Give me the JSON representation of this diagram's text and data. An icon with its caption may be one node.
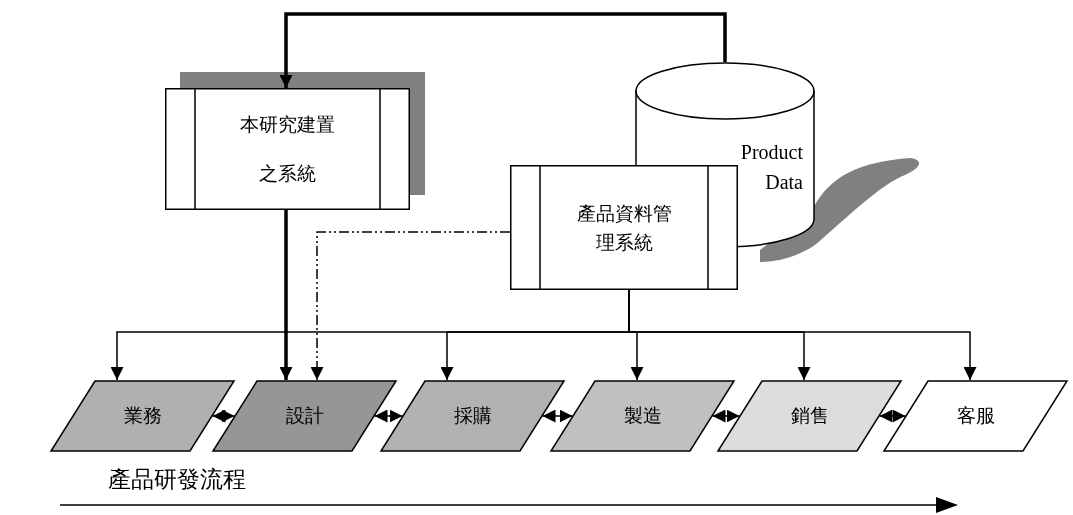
{
  "diagram": {
    "nodes": [
      {
        "text": [
          "本研究建置之系統"
        ]
      },
      {
        "text": [
          "Product Data"
        ]
      },
      {
        "text": [
          "產品資料管理系統"
        ]
      },
      {
        "text": [
          "業務"
        ]
      },
      {
        "text": [
          "設計"
        ]
      },
      {
        "text": [
          "採購"
        ]
      },
      {
        "text": [
          "製造"
        ]
      },
      {
        "text": [
          "銷售"
        ]
      },
      {
        "text": [
          "客服"
        ]
      }
    ],
    "edges": [
      {
        "from": 1,
        "to": 0,
        "arrow": "to",
        "style": "thick"
      },
      {
        "from": 0,
        "to": 4,
        "arrow": "to",
        "style": "thick"
      },
      {
        "from": 2,
        "to": 4,
        "arrow": "to",
        "style": "dashed"
      },
      {
        "from": 2,
        "to": 3,
        "arrow": "to"
      },
      {
        "from": 2,
        "to": 5,
        "arrow": "to"
      },
      {
        "from": 2,
        "to": 6,
        "arrow": "to"
      },
      {
        "from": 2,
        "to": 7,
        "arrow": "to"
      },
      {
        "from": 2,
        "to": 8,
        "arrow": "to"
      },
      {
        "from": 3,
        "to": 4,
        "arrow": "both"
      },
      {
        "from": 4,
        "to": 5,
        "arrow": "both"
      },
      {
        "from": 5,
        "to": 6,
        "arrow": "both"
      },
      {
        "from": 6,
        "to": 7,
        "arrow": "both"
      },
      {
        "from": 7,
        "to": 8,
        "arrow": "both"
      }
    ],
    "labels": [
      "產品研發流程"
    ]
  }
}
